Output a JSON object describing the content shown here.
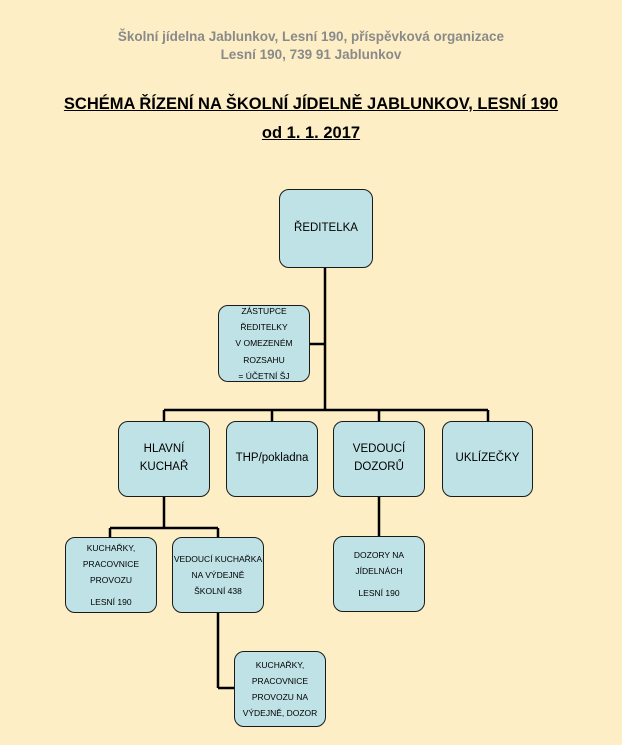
{
  "header": {
    "line1": "Školní jídelna Jablunkov, Lesní 190, příspěvková organizace",
    "line2": "Lesní 190, 739 91 Jablunkov"
  },
  "title": {
    "line1": "SCHÉMA ŘÍZENÍ NA ŠKOLNÍ JÍDELNĚ JABLUNKOV, LESNÍ 190",
    "line2": "od 1. 1. 2017"
  },
  "nodes": {
    "director": "ŘEDITELKA",
    "deputy": {
      "l1": "ZÁSTUPCE ŘEDITELKY",
      "l2": "V OMEZENÉM",
      "l3": "ROZSAHU",
      "l4": "= ÚČETNÍ ŠJ"
    },
    "head_cook": {
      "l1": "HLAVNÍ",
      "l2": "KUCHAŘ"
    },
    "thp": "THP/pokladna",
    "supervisors": {
      "l1": "VEDOUCÍ",
      "l2": "DOZORŮ"
    },
    "cleaners": "UKLÍZEČKY",
    "cooks": {
      "l1": "KUCHAŘKY,",
      "l2": "PRACOVNICE",
      "l3": "PROVOZU",
      "l4": "LESNÍ 190"
    },
    "outlet_head": {
      "l1": "VEDOUCÍ KUCHAŘKA",
      "l2": "NA VÝDEJNĚ",
      "l3": "ŠKOLNÍ 438"
    },
    "dining_supervisors": {
      "l1": "DOZORY NA JÍDELNÁCH",
      "l2": "LESNÍ 190"
    },
    "outlet_staff": {
      "l1": "KUCHAŘKY,",
      "l2": "PRACOVNICE",
      "l3": "PROVOZU NA",
      "l4": "VÝDEJNĚ, DOZOR"
    }
  }
}
